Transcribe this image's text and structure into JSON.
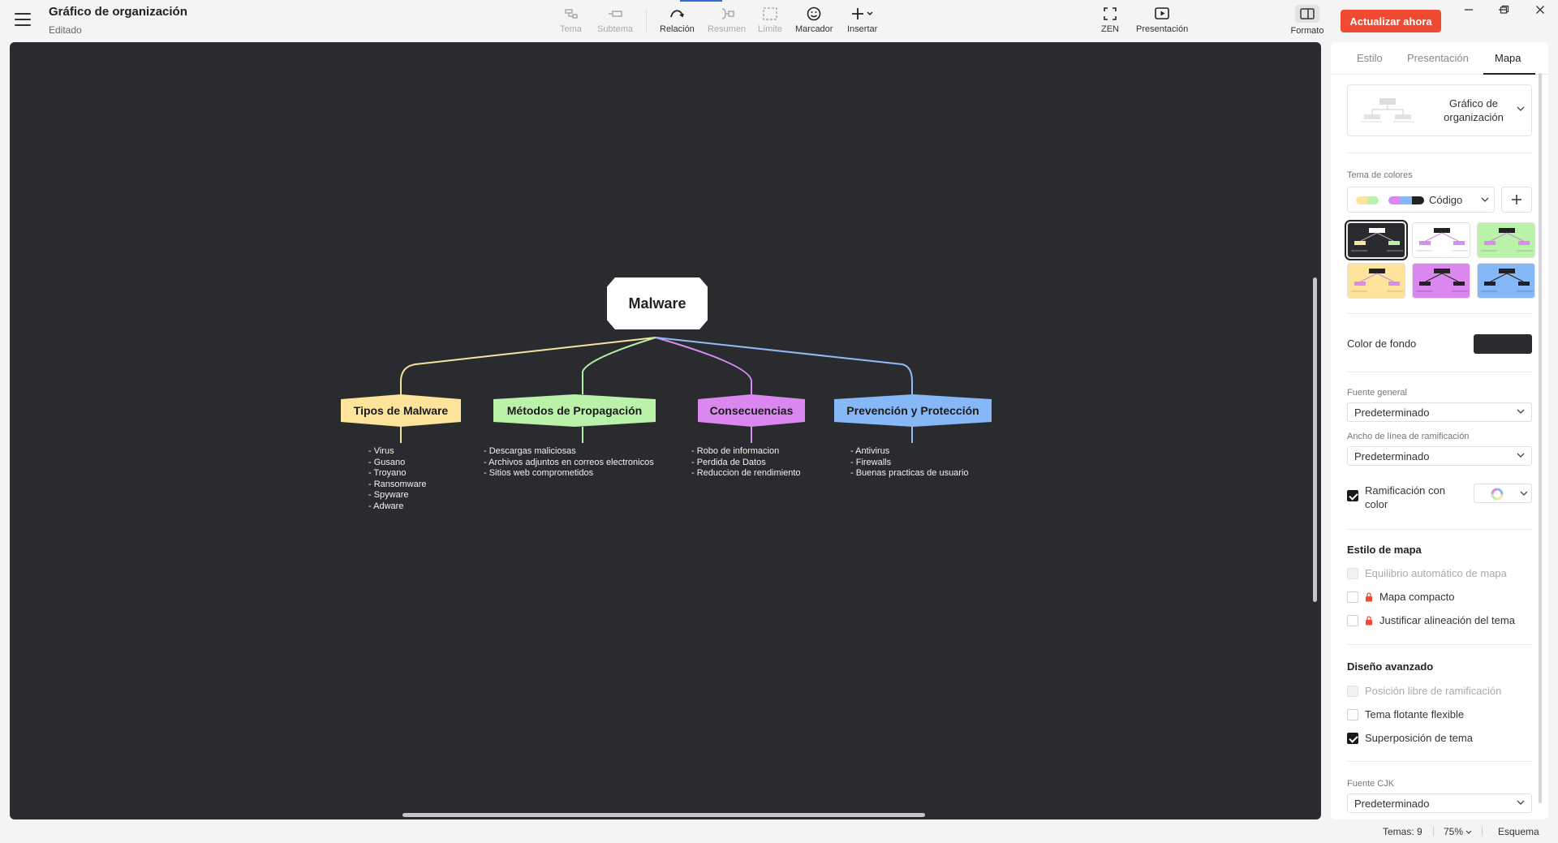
{
  "header": {
    "title": "Gráfico de organización",
    "status": "Editado",
    "upgrade_label": "Actualizar ahora",
    "format_label": "Formato"
  },
  "toolbar": {
    "tema": "Tema",
    "subtema": "Subtema",
    "relacion": "Relación",
    "resumen": "Resumen",
    "limite": "Límite",
    "marcador": "Marcador",
    "insertar": "Insertar",
    "zen": "ZEN",
    "presentacion": "Presentación"
  },
  "mindmap": {
    "root": "Malware",
    "branches": [
      {
        "label": "Tipos de Malware",
        "color": "#fde49a",
        "line": "#f6e3a0",
        "notes": "- Virus\n- Gusano\n- Troyano\n- Ransomware\n- Spyware\n- Adware"
      },
      {
        "label": "Métodos de Propagación",
        "color": "#b9f2a8",
        "line": "#b8efa6",
        "notes": "- Descargas maliciosas\n- Archivos adjuntos en correos electronicos\n- Sitios web comprometidos"
      },
      {
        "label": "Consecuencias",
        "color": "#db87f0",
        "line": "#d98cf0",
        "notes": "- Robo de informacion\n- Perdida de Datos\n- Reduccion de rendimiento"
      },
      {
        "label": "Prevención y Protección",
        "color": "#86b8f8",
        "line": "#8fbcf6",
        "notes": "- Antivirus\n- Firewalls\n- Buenas practicas de usuario"
      }
    ]
  },
  "panel": {
    "tabs": [
      "Estilo",
      "Presentación",
      "Mapa"
    ],
    "active_tab": "Mapa",
    "structure": "Gráfico de organización",
    "color_theme_label": "Tema de colores",
    "color_theme_value": "Código",
    "background_label": "Color de fondo",
    "background_color": "#2a2b2e",
    "font_general_label": "Fuente general",
    "font_general_value": "Predeterminado",
    "branch_width_label": "Ancho de línea de ramificación",
    "branch_width_value": "Predeterminado",
    "color_branch_label": "Ramificación con color",
    "map_style_title": "Estilo de mapa",
    "map_style_options": [
      {
        "label": "Equilibrio automático de mapa",
        "checked": false,
        "disabled": true,
        "locked": false
      },
      {
        "label": "Mapa compacto",
        "checked": false,
        "disabled": false,
        "locked": true
      },
      {
        "label": "Justificar alineación del tema",
        "checked": false,
        "disabled": false,
        "locked": true
      }
    ],
    "advanced_title": "Diseño avanzado",
    "advanced_options": [
      {
        "label": "Posición libre de ramificación",
        "checked": false,
        "disabled": true
      },
      {
        "label": "Tema flotante flexible",
        "checked": false,
        "disabled": false
      },
      {
        "label": "Superposición de tema",
        "checked": true,
        "disabled": false
      }
    ],
    "cjk_label": "Fuente CJK",
    "cjk_value": "Predeterminado"
  },
  "statusbar": {
    "topics": "Temas: 9",
    "zoom": "75%",
    "outline": "Esquema"
  }
}
